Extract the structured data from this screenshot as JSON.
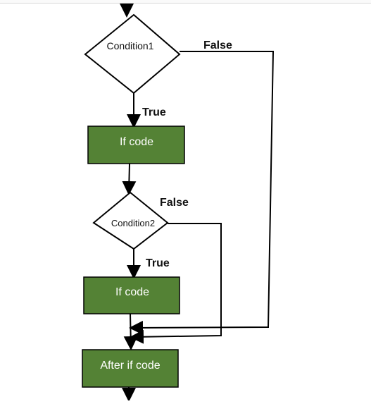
{
  "diagram": {
    "type": "flowchart",
    "colors": {
      "process_fill": "#548235",
      "stroke": "#000000",
      "background": "#ffffff"
    },
    "nodes": {
      "condition1": "Condition1",
      "if_code_1": "If code",
      "condition2": "Condition2",
      "if_code_2": "If code",
      "after_if_code": "After if code"
    },
    "edges": {
      "cond1_true": "True",
      "cond1_false": "False",
      "cond2_true": "True",
      "cond2_false": "False"
    }
  }
}
